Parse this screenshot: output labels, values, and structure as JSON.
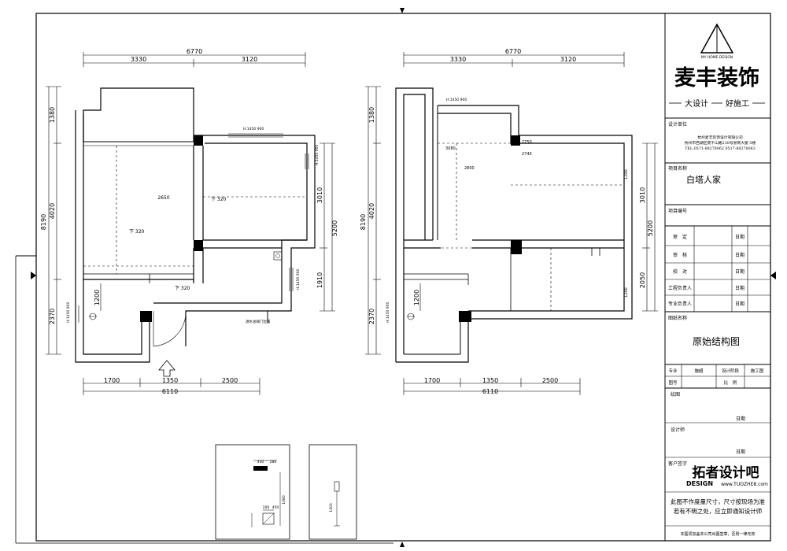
{
  "logo": {
    "mark_text": "MY HOME DESIGN",
    "company": "麦丰装饰",
    "slogan_left": "大设计",
    "slogan_right": "好施工"
  },
  "title_block": {
    "design_unit_label": "设计单位",
    "design_unit_line1": "杭州麦丰装饰设计有限公司",
    "design_unit_line2": "杭州市西湖区莫干山路238号浙商大厦-5楼",
    "design_unit_line3": "TEL:0571-88278062 0517-88278063",
    "project_name_label": "项目名称",
    "project_name": "白塔人家",
    "project_no_label": "项目编号",
    "rows": [
      {
        "label": "审　定",
        "date": "日期"
      },
      {
        "label": "审　核",
        "date": "日期"
      },
      {
        "label": "校　对",
        "date": "日期"
      },
      {
        "label": "工程负责人",
        "date": "日期"
      },
      {
        "label": "专业负责人",
        "date": "日期"
      }
    ],
    "drawing_name_label": "图纸名称",
    "drawing_name": "原始结构图",
    "spec_row": [
      "专业",
      "施超",
      "设计阶段",
      "施工图"
    ],
    "no_row": [
      "图号",
      "",
      "比　例",
      ""
    ],
    "drawer_label": "绘图",
    "drawer_date": "日期",
    "designer_label": "设计师",
    "designer_date": "日期",
    "client_label": "客户签字",
    "note": "此图不作度量尺寸，尺寸按现场为准若有不明之处，应立即通知设计师",
    "footer": "本图须加盖本公司出图签章，否则一律无效"
  },
  "watermark": {
    "text": "拓者设计吧",
    "sub": "DESIGN",
    "url": "www.TUOZHE8.com"
  },
  "plans": {
    "top_total": "6770",
    "top_left": "3330",
    "top_right": "3120",
    "bottom_total": "6110",
    "bottom_a": "1700",
    "bottom_b": "1350",
    "bottom_c": "2500",
    "left_total": "8190",
    "left_a": "1380",
    "left_b": "4020",
    "left_c": "2370",
    "plan1_right_a": "3010",
    "plan1_right_b": "5200",
    "plan1_right_c": "1910",
    "plan1_inner_a": "1200",
    "plan1_notes": [
      "2650",
      "下 320",
      "下 320",
      "下 320",
      "H:1450 900",
      "H:1450 900",
      "H:1450 900",
      "H:1450 900",
      "进水总阀门位置"
    ],
    "plan2_right_a": "3010",
    "plan2_right_b": "5200",
    "plan2_right_c": "2050",
    "plan2_inner_a": "1200",
    "plan2_notes": [
      "H:1450 900",
      "3080",
      "2800",
      "2750",
      "2740",
      "1200",
      "1200",
      "H:1450 900"
    ]
  },
  "details": {
    "d1_a": "430",
    "d1_b": "280",
    "d1_c": "200",
    "d1_d": "450",
    "d1_e": "1080",
    "d2_a": "1400"
  }
}
